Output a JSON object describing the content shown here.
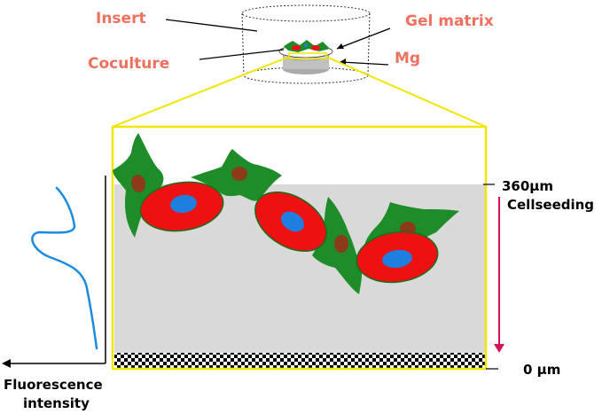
{
  "labels": {
    "insert": "Insert",
    "gel_matrix": "Gel matrix",
    "coculture": "Coculture",
    "mg": "Mg",
    "depth_top": "360µm",
    "cell_seeding": "Cellseeding",
    "depth_bottom": "0 µm",
    "fluorescence_line1": "Fluorescence",
    "fluorescence_line2": "intensity"
  },
  "colors": {
    "label_red": "#f07060",
    "zoom_frame": "#f2e600",
    "gel": "#d9d9d9",
    "green_cell": "#1e8c28",
    "green_cell_nucleus": "#8b3a1a",
    "red_cell": "#ee1111",
    "red_cell_nucleus": "#1f7fe0",
    "arrow": "#d6105a",
    "intensity_curve": "#1a8ce0"
  }
}
